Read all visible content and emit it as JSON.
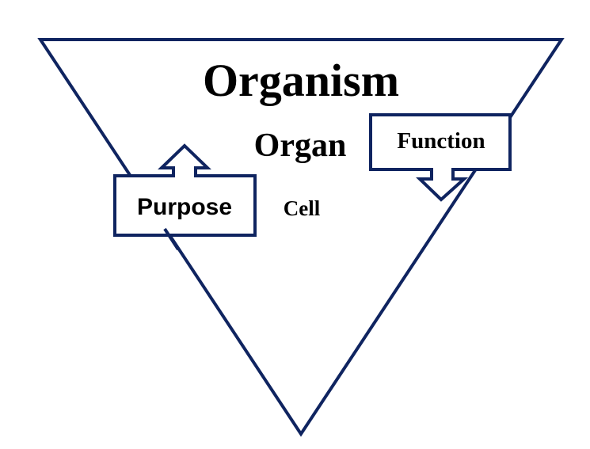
{
  "diagram": {
    "type": "inverted-triangle-hierarchy",
    "levels": [
      {
        "label": "Organism",
        "rank": 1
      },
      {
        "label": "Organ",
        "rank": 2
      },
      {
        "label": "Cell",
        "rank": 3
      }
    ],
    "callouts": {
      "purpose": {
        "label": "Purpose",
        "arrow_direction": "up"
      },
      "function": {
        "label": "Function",
        "arrow_direction": "down"
      }
    },
    "colors": {
      "stroke": "#0f2460",
      "text": "#000000",
      "background": "#ffffff"
    }
  }
}
